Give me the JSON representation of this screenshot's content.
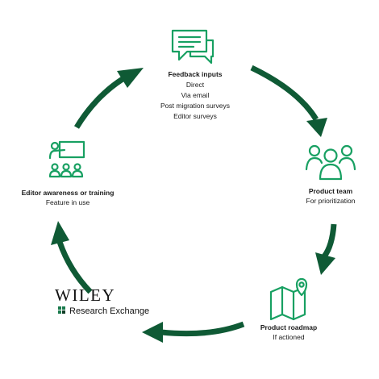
{
  "colors": {
    "accent_dark": "#0f5a35",
    "accent_icon": "#18a062",
    "text": "#1a1a1a"
  },
  "nodes": {
    "feedback": {
      "icon": "speech-bubbles-icon",
      "title": "Feedback inputs",
      "lines": [
        "Direct",
        "Via email",
        "Post migration surveys",
        "Editor surveys"
      ]
    },
    "product_team": {
      "icon": "team-group-icon",
      "title": "Product team",
      "lines": [
        "For prioritization"
      ]
    },
    "roadmap": {
      "icon": "map-pin-icon",
      "title": "Product roadmap",
      "lines": [
        "If actioned"
      ]
    },
    "editor_training": {
      "icon": "presentation-board-icon",
      "title": "Editor awareness or training",
      "lines": [
        "Feature in use"
      ]
    }
  },
  "logo": {
    "wordmark": "Wiley",
    "subtitle": "Research Exchange"
  }
}
